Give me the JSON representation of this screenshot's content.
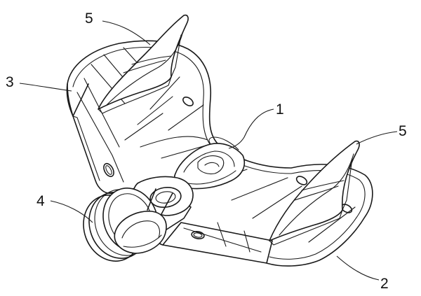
{
  "figure": {
    "labels": [
      {
        "id": "part-1",
        "text": "1"
      },
      {
        "id": "part-2",
        "text": "2"
      },
      {
        "id": "part-3",
        "text": "3"
      },
      {
        "id": "part-4",
        "text": "4"
      },
      {
        "id": "part-5-left",
        "text": "5"
      },
      {
        "id": "part-5-right",
        "text": "5"
      }
    ],
    "colors": {
      "ink": "#1a1a1a",
      "background": "#ffffff"
    }
  }
}
